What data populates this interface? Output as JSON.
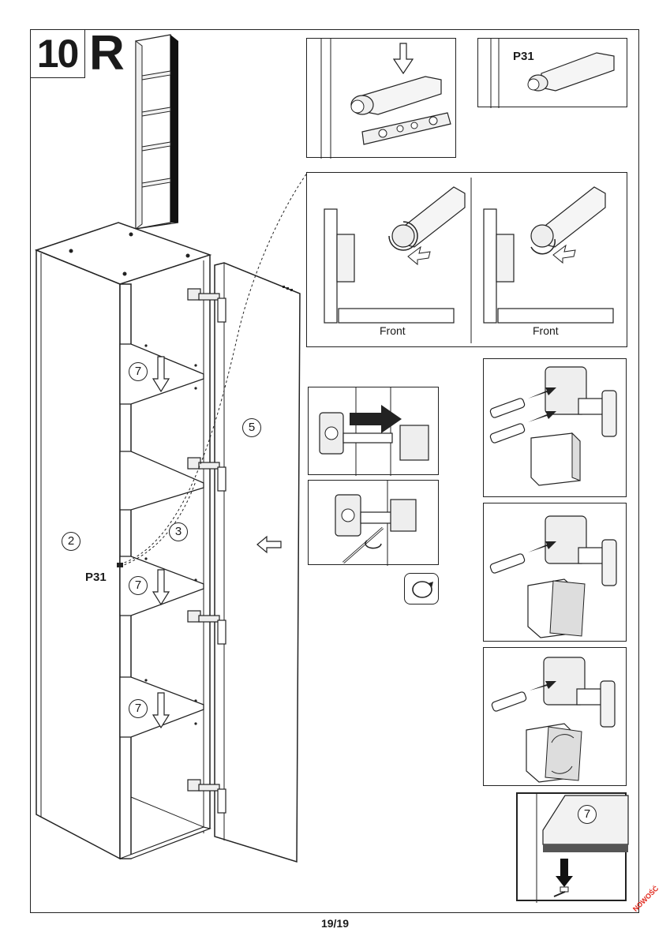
{
  "step": {
    "number": "10",
    "side": "R"
  },
  "part_labels": {
    "p31_top": "P31",
    "p31_left": "P31"
  },
  "circled_numbers": {
    "n2": "2",
    "n3": "3",
    "n5": "5",
    "n7_a": "7",
    "n7_b": "7",
    "n7_c": "7",
    "n7_detail": "7"
  },
  "front_labels": {
    "left": "Front",
    "right": "Front"
  },
  "page_number": "19/19",
  "stamp": "NOWOŚĆ"
}
